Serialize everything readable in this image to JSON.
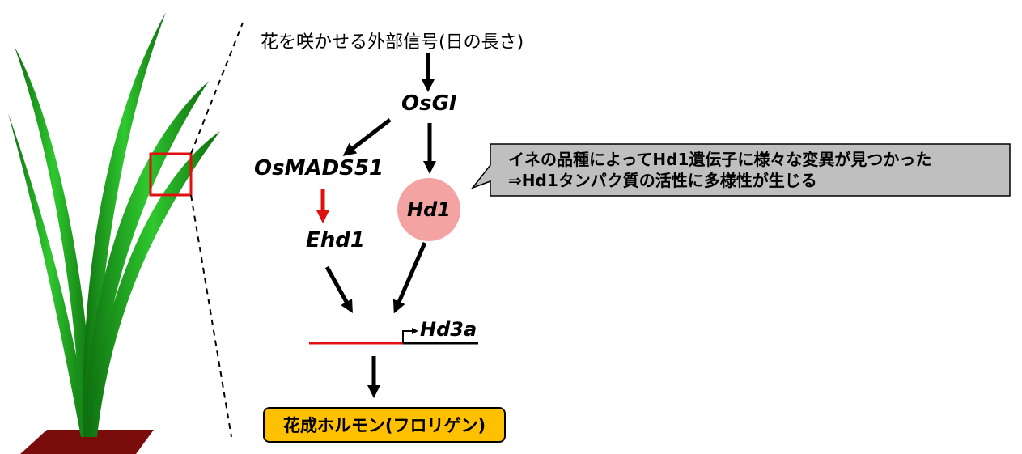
{
  "diagram": {
    "signal_label": "花を咲かせる外部信号(日の長さ)",
    "osgi_label": "OsGI",
    "osmads51_label": "OsMADS51",
    "ehd1_label": "Ehd1",
    "hd1_label": "Hd1",
    "hd3a_label": "Hd3a",
    "florigen_label": "花成ホルモン(フロリゲン)",
    "callout_line1": "イネの品種によってHd1遺伝子に様々な変異が見つかった",
    "callout_line2": "⇒Hd1タンパク質の活性に多様性が生じる"
  },
  "colors": {
    "leaf": "#1fa81f",
    "leaf_dark": "#0e6e0e",
    "soil": "#7a0c0c",
    "highlight_box": "#e01010",
    "red_arrow": "#e01010",
    "hd1_circle": "#f4a3a3",
    "callout_bg": "#bfbfbf",
    "florigen_bg": "#ffc000"
  }
}
